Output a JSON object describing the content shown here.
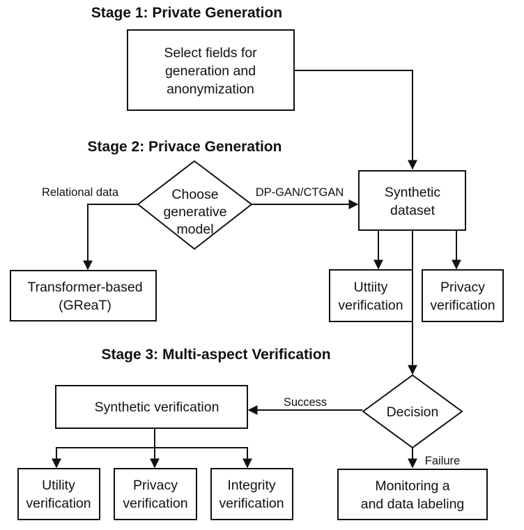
{
  "stages": {
    "stage1_title": "Stage 1: Private Generation",
    "stage2_title": "Stage 2: Privace Generation",
    "stage3_title": "Stage 3: Multi-aspect Verification"
  },
  "nodes": {
    "select_fields": [
      "Select fields for",
      "generation  and",
      "anonymization"
    ],
    "choose_model": [
      "Choose",
      "generative",
      "model"
    ],
    "synthetic_dataset": [
      "Synthetic",
      "dataset"
    ],
    "transformer": [
      "Transformer-based",
      "(GReaT)"
    ],
    "utility_verification_top": [
      "Uttiity",
      "verification"
    ],
    "privacy_verification_top": [
      "Privacy",
      "verification"
    ],
    "synthetic_verification": [
      "Synthetic verification"
    ],
    "decision": [
      "Decision"
    ],
    "utility_verification": [
      "Utility",
      "verification"
    ],
    "privacy_verification": [
      "Privacy",
      "verification"
    ],
    "integrity_verification": [
      "Integrity",
      "verification"
    ],
    "monitoring": [
      "Monitoring a",
      "and data labeling"
    ]
  },
  "edges": {
    "relational_data": "Relational data",
    "dp_gan_ctgan": "DP-GAN/CTGAN",
    "success": "Success",
    "failure": "Failure"
  }
}
